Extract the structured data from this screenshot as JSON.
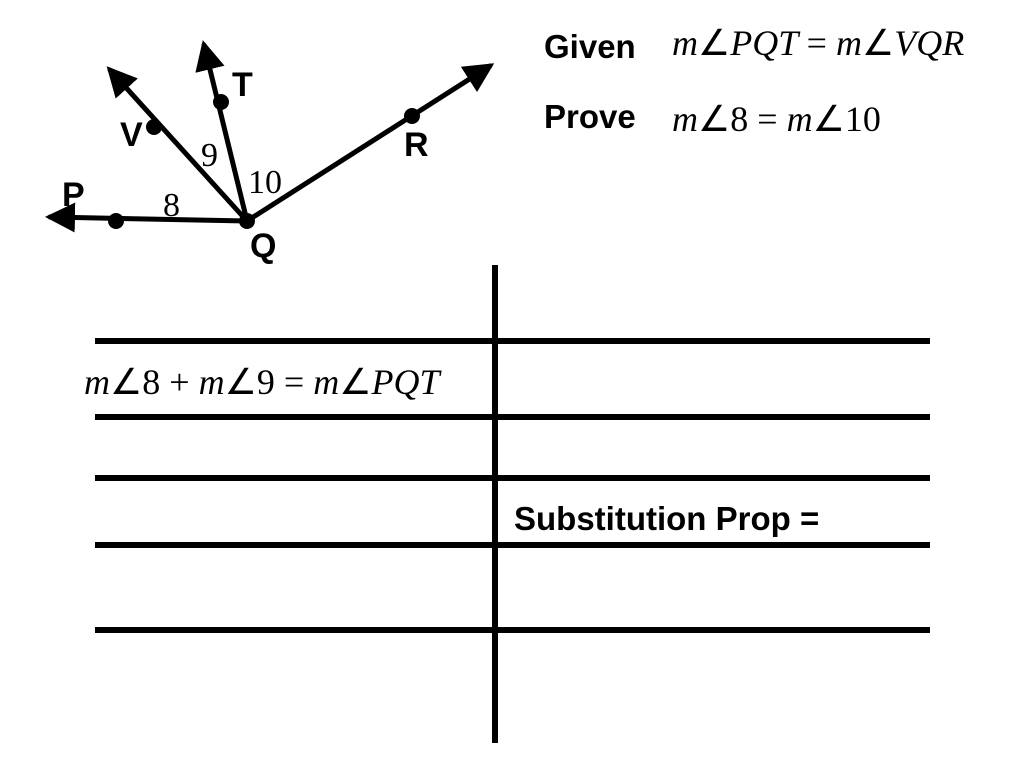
{
  "diagram": {
    "points": {
      "P": "P",
      "V": "V",
      "T": "T",
      "R": "R",
      "Q": "Q"
    },
    "angles": {
      "a8": "8",
      "a9": "9",
      "a10": "10"
    }
  },
  "given": {
    "label": "Given",
    "m1": "m",
    "angle1": "∠",
    "name1": "PQT",
    "eq": "=",
    "m2": "m",
    "angle2": "∠",
    "name2": "VQR"
  },
  "prove": {
    "label": "Prove",
    "m1": "m",
    "angle1": "∠",
    "num1": "8",
    "eq": "=",
    "m2": "m",
    "angle2": "∠",
    "num2": "10"
  },
  "table": {
    "row1_statement": {
      "m1": "m",
      "a1": "∠",
      "n1": "8",
      "plus": "+",
      "m2": "m",
      "a2": "∠",
      "n2": "9",
      "eq": "=",
      "m3": "m",
      "a3": "∠",
      "n3": "PQT"
    },
    "row3_reason": "Substitution Prop ="
  }
}
